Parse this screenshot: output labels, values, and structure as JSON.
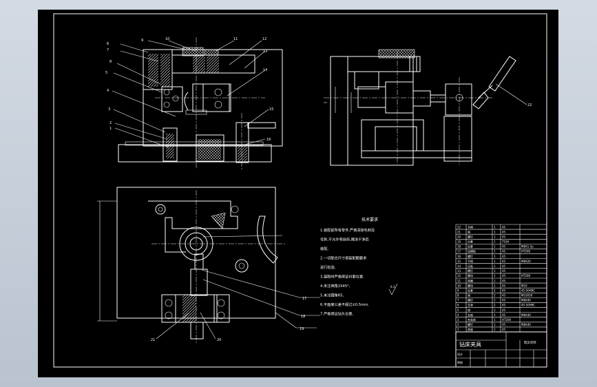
{
  "balloons_front": [
    "9",
    "10",
    "11",
    "12",
    "13",
    "14",
    "6",
    "7",
    "8",
    "5",
    "4",
    "3",
    "2",
    "1",
    "15",
    "16"
  ],
  "balloons_side": [
    "22"
  ],
  "balloons_plan": [
    "17",
    "18",
    "19",
    "20",
    "21"
  ],
  "tech_req": {
    "title": "技术要求",
    "lines": [
      "1.装配前所有零件,严格清除毛刺及",
      "  毛刺,不允许有损伤,擦洗干净后",
      "  装配,",
      "2.一切配合尺寸按装配图要求",
      "  进行检验,",
      "3.装配时严格保证衬套位置,",
      "4.未注倒角2X45°,",
      "5.未注圆角R5,",
      "6.平面度公差不超过±0.5mm,",
      "7.严格保证钻头位置,"
    ],
    "roughness": "6.3"
  },
  "bom_rows": [
    [
      "22",
      "手柄",
      "1",
      "45",
      ""
    ],
    [
      "21",
      "销",
      "1",
      "45",
      ""
    ],
    [
      "20",
      "螺钉",
      "1",
      "45",
      ""
    ],
    [
      "19",
      "衬套",
      "1",
      "T10A",
      ""
    ],
    [
      "18",
      "钻套",
      "1",
      "45",
      "M8X1.5p"
    ],
    [
      "17",
      "钻模板",
      "1",
      "45",
      "HT200"
    ],
    [
      "16",
      "螺钉",
      "1",
      "45",
      ""
    ],
    [
      "15",
      "手柄",
      "1",
      "45",
      "M8X20"
    ],
    [
      "14",
      "压板",
      "1",
      "45",
      ""
    ],
    [
      "13",
      "螺钉",
      "1",
      "45",
      ""
    ],
    [
      "12",
      "螺母",
      "1",
      "45",
      "HT200"
    ],
    [
      "11",
      "垫圈",
      "1",
      "45",
      ""
    ],
    [
      "10",
      "螺母",
      "1",
      "45",
      "M10"
    ],
    [
      "9",
      "钻套",
      "2",
      "45",
      "45-50HRC"
    ],
    [
      "8",
      "销",
      "2",
      "45",
      "M10X50"
    ],
    [
      "7",
      "螺钉",
      "2",
      "45",
      "M8X40"
    ],
    [
      "6",
      "支承",
      "2",
      "45",
      "45-50HRC"
    ],
    [
      "5",
      "销",
      "1",
      "45",
      ""
    ],
    [
      "4",
      "支座",
      "1",
      "45",
      "M8X40"
    ],
    [
      "3",
      "夹具体",
      "1",
      "HT200",
      ""
    ],
    [
      "2",
      "螺钉",
      "1",
      "45",
      "M8X40"
    ],
    [
      "1",
      "底座",
      "1",
      "45",
      ""
    ]
  ],
  "title_block": {
    "name": "钻床夹具",
    "drawing_no": "BJ1006",
    "designer": "设计",
    "checker": "审核"
  }
}
